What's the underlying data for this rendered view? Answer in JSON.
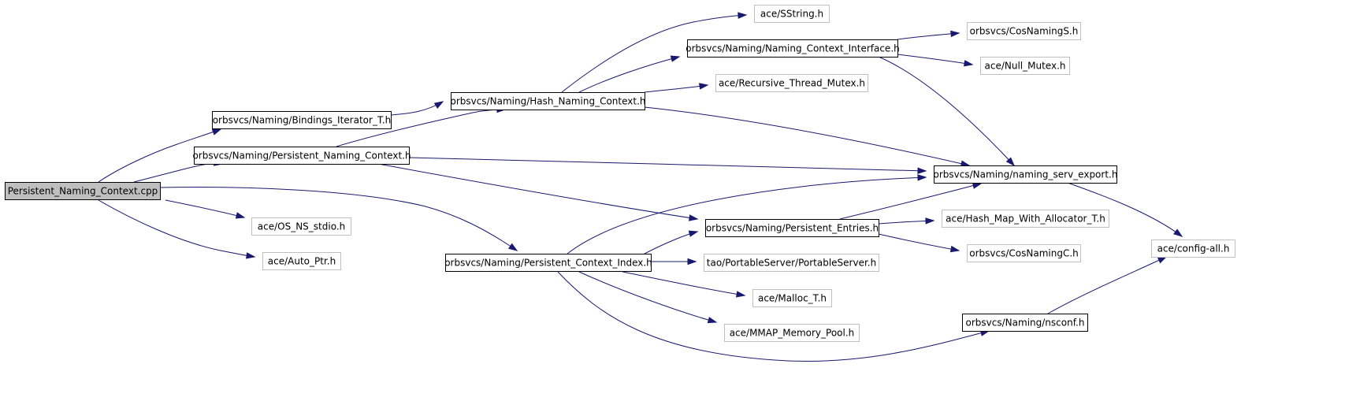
{
  "diagram": {
    "nodes": [
      {
        "id": "root",
        "label": "Persistent_Naming_Context.cpp",
        "kind": "root"
      },
      {
        "id": "bindings",
        "label": "orbsvcs/Naming/Bindings_Iterator_T.h",
        "kind": "local"
      },
      {
        "id": "pnc",
        "label": "orbsvcs/Naming/Persistent_Naming_Context.h",
        "kind": "local"
      },
      {
        "id": "osns",
        "label": "ace/OS_NS_stdio.h",
        "kind": "external"
      },
      {
        "id": "autoptr",
        "label": "ace/Auto_Ptr.h",
        "kind": "external"
      },
      {
        "id": "hnc",
        "label": "orbsvcs/Naming/Hash_Naming_Context.h",
        "kind": "local"
      },
      {
        "id": "pci",
        "label": "orbsvcs/Naming/Persistent_Context_Index.h",
        "kind": "local"
      },
      {
        "id": "sstring",
        "label": "ace/SString.h",
        "kind": "external"
      },
      {
        "id": "nci",
        "label": "orbsvcs/Naming/Naming_Context_Interface.h",
        "kind": "local"
      },
      {
        "id": "rtm",
        "label": "ace/Recursive_Thread_Mutex.h",
        "kind": "external"
      },
      {
        "id": "pe",
        "label": "orbsvcs/Naming/Persistent_Entries.h",
        "kind": "local"
      },
      {
        "id": "tps",
        "label": "tao/PortableServer/PortableServer.h",
        "kind": "external"
      },
      {
        "id": "malloc",
        "label": "ace/Malloc_T.h",
        "kind": "external"
      },
      {
        "id": "mmap",
        "label": "ace/MMAP_Memory_Pool.h",
        "kind": "external"
      },
      {
        "id": "cosS",
        "label": "orbsvcs/CosNamingS.h",
        "kind": "external"
      },
      {
        "id": "nullmutex",
        "label": "ace/Null_Mutex.h",
        "kind": "external"
      },
      {
        "id": "nse",
        "label": "orbsvcs/Naming/naming_serv_export.h",
        "kind": "local"
      },
      {
        "id": "hmwa",
        "label": "ace/Hash_Map_With_Allocator_T.h",
        "kind": "external"
      },
      {
        "id": "cosC",
        "label": "orbsvcs/CosNamingC.h",
        "kind": "external"
      },
      {
        "id": "nsconf",
        "label": "orbsvcs/Naming/nsconf.h",
        "kind": "local"
      },
      {
        "id": "configall",
        "label": "ace/config-all.h",
        "kind": "external"
      }
    ],
    "edges": [
      {
        "from": "root",
        "to": "bindings"
      },
      {
        "from": "root",
        "to": "pnc"
      },
      {
        "from": "root",
        "to": "osns"
      },
      {
        "from": "root",
        "to": "autoptr"
      },
      {
        "from": "root",
        "to": "pci"
      },
      {
        "from": "bindings",
        "to": "hnc"
      },
      {
        "from": "pnc",
        "to": "hnc"
      },
      {
        "from": "pnc",
        "to": "nse"
      },
      {
        "from": "pnc",
        "to": "pe"
      },
      {
        "from": "hnc",
        "to": "sstring"
      },
      {
        "from": "hnc",
        "to": "nci"
      },
      {
        "from": "hnc",
        "to": "rtm"
      },
      {
        "from": "hnc",
        "to": "nse"
      },
      {
        "from": "nci",
        "to": "cosS"
      },
      {
        "from": "nci",
        "to": "nullmutex"
      },
      {
        "from": "nci",
        "to": "nse"
      },
      {
        "from": "pci",
        "to": "nse"
      },
      {
        "from": "pci",
        "to": "pe"
      },
      {
        "from": "pci",
        "to": "tps"
      },
      {
        "from": "pci",
        "to": "malloc"
      },
      {
        "from": "pci",
        "to": "mmap"
      },
      {
        "from": "pci",
        "to": "nsconf"
      },
      {
        "from": "pe",
        "to": "nse"
      },
      {
        "from": "pe",
        "to": "hmwa"
      },
      {
        "from": "pe",
        "to": "cosC"
      },
      {
        "from": "nse",
        "to": "configall"
      },
      {
        "from": "nsconf",
        "to": "configall"
      }
    ]
  }
}
